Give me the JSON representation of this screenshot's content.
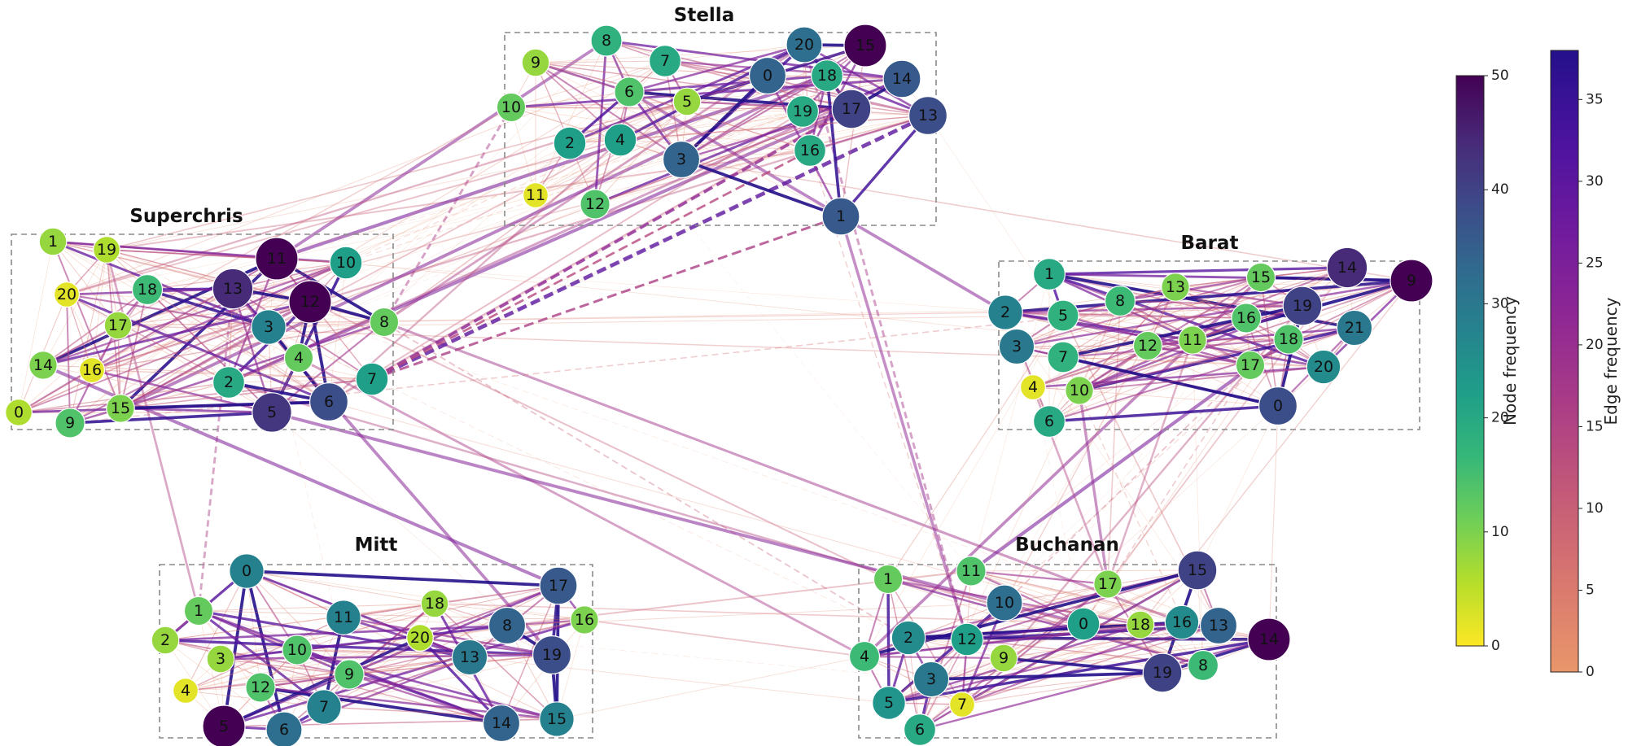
{
  "groups": [
    {
      "name": "Stella",
      "nodes": [
        {
          "id": "8",
          "f": 18
        },
        {
          "id": "9",
          "f": 8
        },
        {
          "id": "7",
          "f": 20
        },
        {
          "id": "20",
          "f": 32
        },
        {
          "id": "15",
          "f": 50
        },
        {
          "id": "10",
          "f": 12
        },
        {
          "id": "6",
          "f": 14
        },
        {
          "id": "5",
          "f": 8
        },
        {
          "id": "0",
          "f": 34
        },
        {
          "id": "18",
          "f": 20
        },
        {
          "id": "14",
          "f": 36
        },
        {
          "id": "13",
          "f": 38
        },
        {
          "id": "17",
          "f": 40
        },
        {
          "id": "19",
          "f": 20
        },
        {
          "id": "2",
          "f": 22
        },
        {
          "id": "4",
          "f": 22
        },
        {
          "id": "3",
          "f": 34
        },
        {
          "id": "16",
          "f": 20
        },
        {
          "id": "11",
          "f": 2
        },
        {
          "id": "12",
          "f": 14
        },
        {
          "id": "1",
          "f": 36
        }
      ]
    },
    {
      "name": "Superchris",
      "nodes": [
        {
          "id": "1",
          "f": 8
        },
        {
          "id": "19",
          "f": 6
        },
        {
          "id": "11",
          "f": 50
        },
        {
          "id": "10",
          "f": 22
        },
        {
          "id": "18",
          "f": 16
        },
        {
          "id": "13",
          "f": 44
        },
        {
          "id": "12",
          "f": 50
        },
        {
          "id": "20",
          "f": 2
        },
        {
          "id": "17",
          "f": 8
        },
        {
          "id": "3",
          "f": 28
        },
        {
          "id": "8",
          "f": 12
        },
        {
          "id": "4",
          "f": 12
        },
        {
          "id": "14",
          "f": 10
        },
        {
          "id": "16",
          "f": 2
        },
        {
          "id": "2",
          "f": 20
        },
        {
          "id": "7",
          "f": 22
        },
        {
          "id": "0",
          "f": 6
        },
        {
          "id": "9",
          "f": 14
        },
        {
          "id": "15",
          "f": 10
        },
        {
          "id": "5",
          "f": 42
        },
        {
          "id": "6",
          "f": 38
        }
      ]
    },
    {
      "name": "Barat",
      "nodes": [
        {
          "id": "1",
          "f": 20
        },
        {
          "id": "13",
          "f": 10
        },
        {
          "id": "15",
          "f": 12
        },
        {
          "id": "14",
          "f": 44
        },
        {
          "id": "9",
          "f": 50
        },
        {
          "id": "2",
          "f": 28
        },
        {
          "id": "8",
          "f": 16
        },
        {
          "id": "5",
          "f": 18
        },
        {
          "id": "16",
          "f": 14
        },
        {
          "id": "19",
          "f": 40
        },
        {
          "id": "21",
          "f": 30
        },
        {
          "id": "3",
          "f": 30
        },
        {
          "id": "12",
          "f": 12
        },
        {
          "id": "11",
          "f": 10
        },
        {
          "id": "18",
          "f": 14
        },
        {
          "id": "7",
          "f": 18
        },
        {
          "id": "17",
          "f": 12
        },
        {
          "id": "20",
          "f": 26
        },
        {
          "id": "4",
          "f": 2
        },
        {
          "id": "10",
          "f": 10
        },
        {
          "id": "0",
          "f": 38
        },
        {
          "id": "6",
          "f": 20
        }
      ]
    },
    {
      "name": "Mitt",
      "nodes": [
        {
          "id": "0",
          "f": 28
        },
        {
          "id": "17",
          "f": 36
        },
        {
          "id": "1",
          "f": 12
        },
        {
          "id": "11",
          "f": 28
        },
        {
          "id": "18",
          "f": 8
        },
        {
          "id": "16",
          "f": 10
        },
        {
          "id": "2",
          "f": 8
        },
        {
          "id": "3",
          "f": 8
        },
        {
          "id": "10",
          "f": 14
        },
        {
          "id": "20",
          "f": 6
        },
        {
          "id": "8",
          "f": 34
        },
        {
          "id": "13",
          "f": 30
        },
        {
          "id": "19",
          "f": 38
        },
        {
          "id": "4",
          "f": 2
        },
        {
          "id": "12",
          "f": 14
        },
        {
          "id": "9",
          "f": 14
        },
        {
          "id": "5",
          "f": 50
        },
        {
          "id": "6",
          "f": 32
        },
        {
          "id": "7",
          "f": 28
        },
        {
          "id": "14",
          "f": 34
        },
        {
          "id": "15",
          "f": 28
        }
      ]
    },
    {
      "name": "Buchanan",
      "nodes": [
        {
          "id": "1",
          "f": 12
        },
        {
          "id": "11",
          "f": 14
        },
        {
          "id": "10",
          "f": 32
        },
        {
          "id": "17",
          "f": 10
        },
        {
          "id": "15",
          "f": 40
        },
        {
          "id": "2",
          "f": 26
        },
        {
          "id": "12",
          "f": 22
        },
        {
          "id": "0",
          "f": 22
        },
        {
          "id": "18",
          "f": 8
        },
        {
          "id": "16",
          "f": 26
        },
        {
          "id": "13",
          "f": 34
        },
        {
          "id": "14",
          "f": 50
        },
        {
          "id": "4",
          "f": 16
        },
        {
          "id": "9",
          "f": 8
        },
        {
          "id": "3",
          "f": 30
        },
        {
          "id": "19",
          "f": 40
        },
        {
          "id": "8",
          "f": 16
        },
        {
          "id": "5",
          "f": 24
        },
        {
          "id": "7",
          "f": 2
        },
        {
          "id": "6",
          "f": 20
        }
      ]
    }
  ],
  "colorbars": {
    "node": {
      "label": "Node frequency",
      "ticks": [
        "0",
        "10",
        "20",
        "30",
        "40",
        "50"
      ],
      "min": 0,
      "max": 50,
      "colormap": "viridis"
    },
    "edge": {
      "label": "Edge frequency",
      "ticks": [
        "0",
        "5",
        "10",
        "15",
        "20",
        "25",
        "30",
        "35"
      ],
      "min": 0,
      "max": 38,
      "colormap": "plasma"
    }
  }
}
